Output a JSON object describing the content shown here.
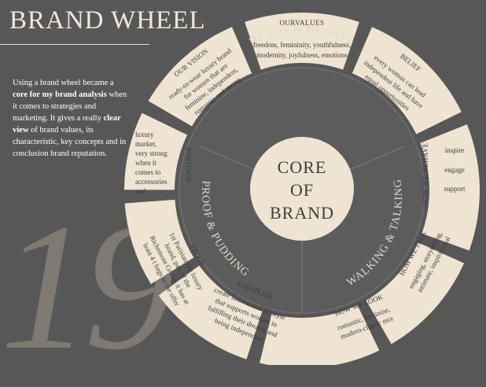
{
  "title": "BRAND WHEEL",
  "intro": {
    "p1": "Using a brand wheel became a",
    "b1": "core for my brand analysis",
    "p2": "when it comes to strategies and marketing. It gives a really",
    "b2": "clear view",
    "p3": "of brand values, its characteristic, key concepts and  in conclusion brand reputation."
  },
  "page_number": "19",
  "core": [
    "CORE",
    "OF",
    "BRAND"
  ],
  "rings": {
    "top": "HEADS & HEARTS",
    "left": "PROOF & PUDDING",
    "right": "WALKING & TALKING"
  },
  "segments": {
    "values": {
      "label": "OURVALUES",
      "lines": [
        "freedom, femininity, youthfulness,",
        "modernity, joyfulness, emotions"
      ]
    },
    "belief": {
      "label": "BELIEF",
      "lines": [
        "every woman can lead",
        "independent life and have",
        "equal opportunities"
      ]
    },
    "vision": {
      "label": "OUR VISION",
      "lines": [
        "ready-to-wear luxury brand",
        "for women that are",
        "feminine, independent,",
        "romantic and strong"
      ]
    },
    "position": {
      "label": "POSITION",
      "lines": [
        "luxury",
        "market,",
        "very strong",
        "when it",
        "comes to",
        "accessories",
        "and"
      ]
    },
    "behave": {
      "label": "HOW WE BEHAVE",
      "lines": [
        "inspire",
        "engage",
        "support"
      ]
    },
    "proof": {
      "label": "PROOF",
      "lines": [
        "1st Parisian ritz luxury",
        "brand, part of the",
        "Richemont Group, it has at",
        "least 4 t bags in the offer"
      ]
    },
    "talk": {
      "label": "HOW WE TALK",
      "lines": [
        "engaging, storytelling,",
        "intimate, inspirational"
      ]
    },
    "strapline": {
      "label": "STRAPLINE",
      "lines": [
        "create fashion and lifestyle",
        "that supports women in",
        "fulfilling their dreams and",
        "being independent"
      ]
    },
    "look": {
      "label": "HOW WE LOOK",
      "lines": [
        "romantic, feminine,",
        "modern-classic mix"
      ]
    }
  },
  "colors": {
    "background": "#575757",
    "cream": "#efe4d2",
    "ring": "#5e5e5e",
    "text_dark": "#3b3b3b"
  }
}
